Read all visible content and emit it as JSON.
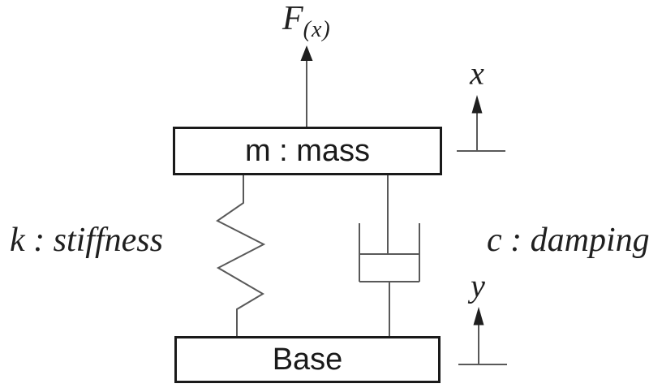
{
  "diagram": {
    "force": {
      "symbol": "F",
      "subscript": "(x)"
    },
    "mass_box": {
      "label": "m : mass"
    },
    "base_box": {
      "label": "Base"
    },
    "spring": {
      "label": "k : stiffness"
    },
    "damper": {
      "label": "c : damping"
    },
    "axes": {
      "x_label": "x",
      "y_label": "y"
    },
    "colors": {
      "background": "#ffffff",
      "box_border": "#1a1a1a",
      "line": "#595959",
      "arrowhead": "#1f1f1f",
      "text": "#1a1a1a"
    }
  }
}
